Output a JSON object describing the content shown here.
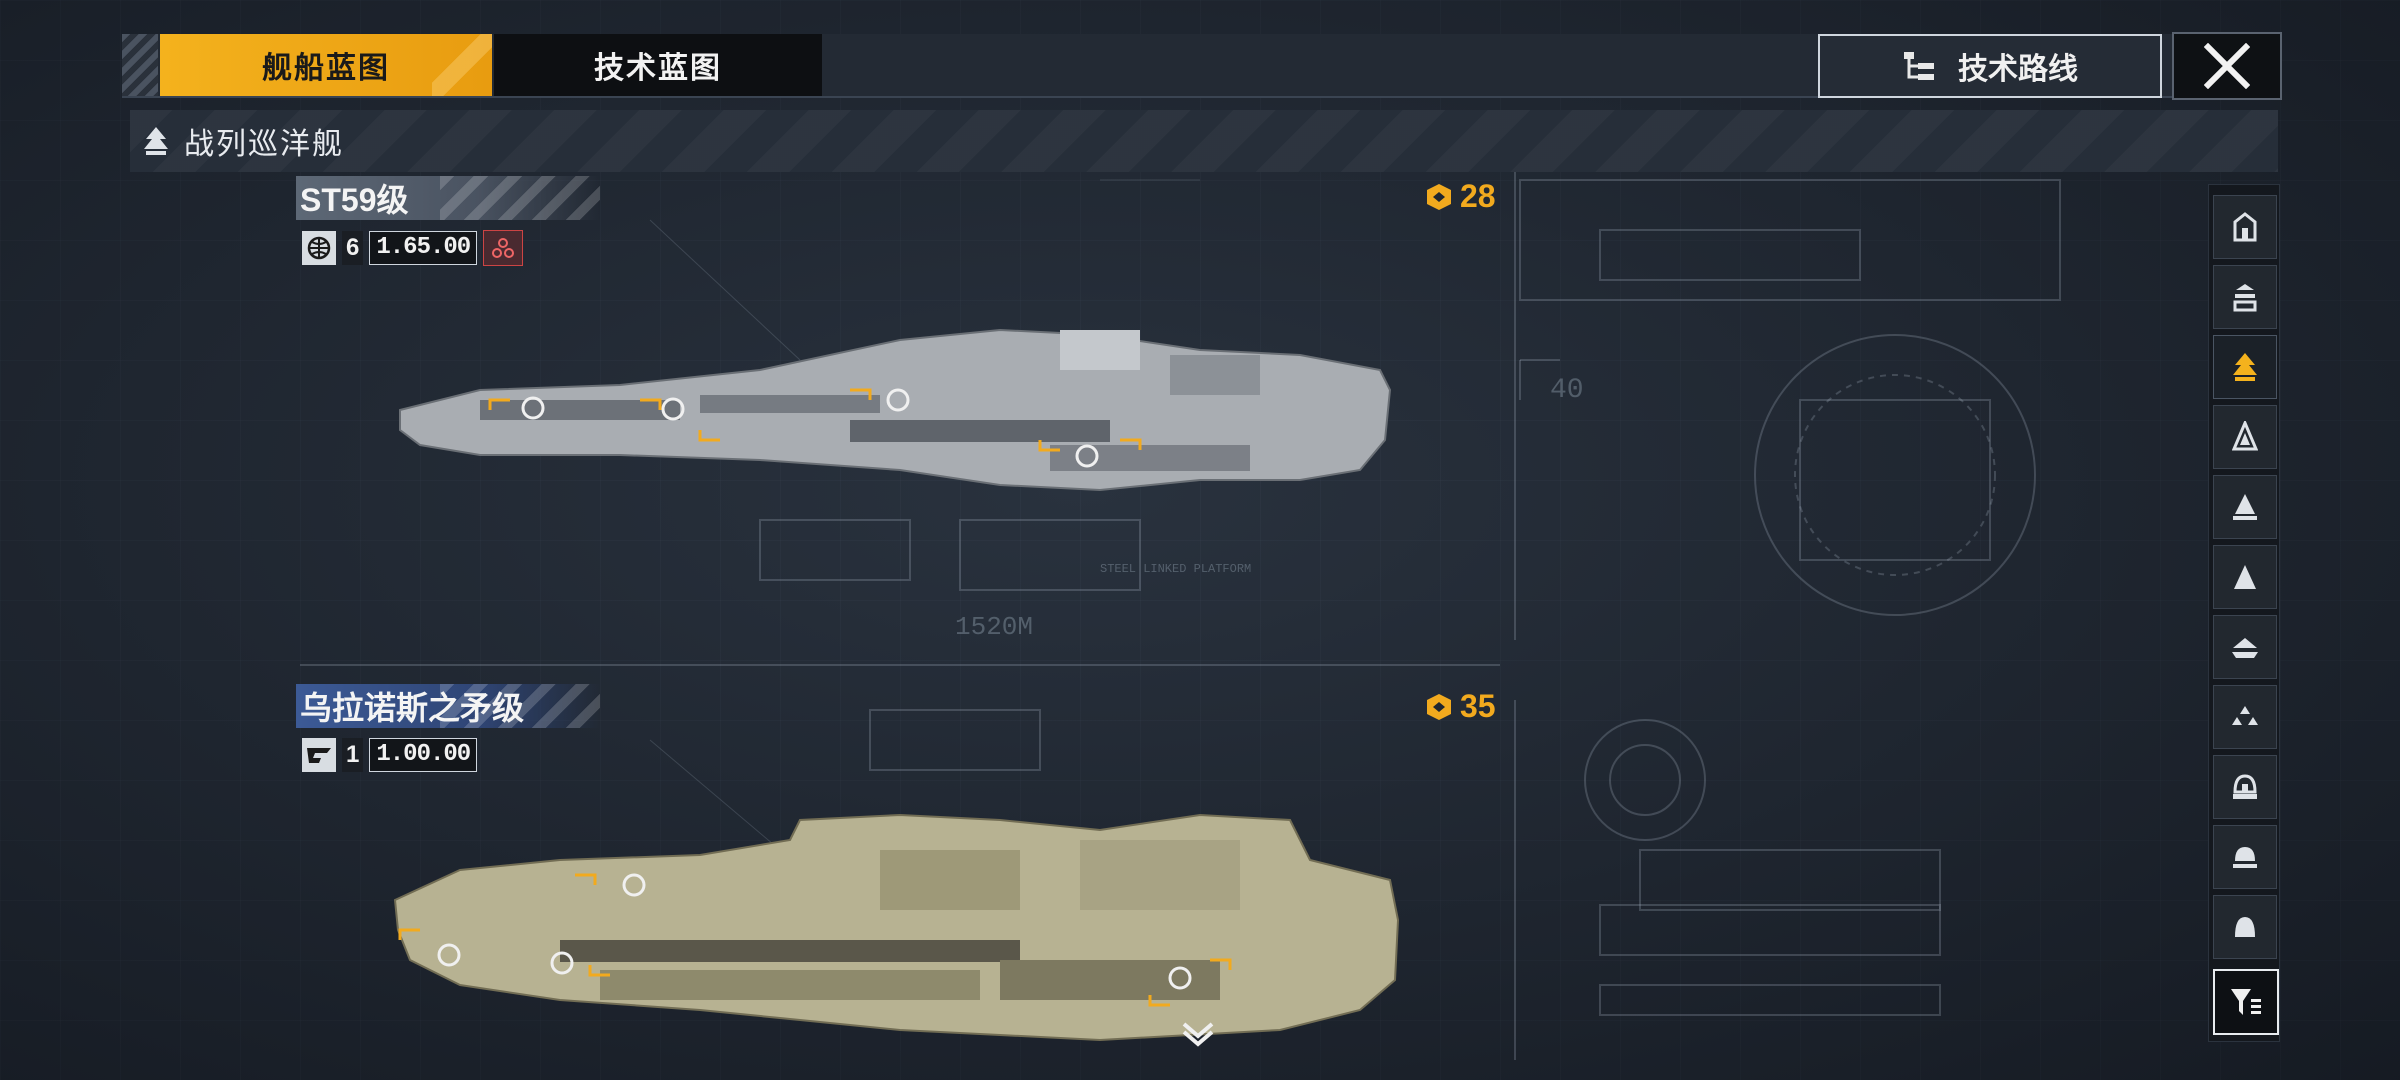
{
  "tabs": [
    {
      "label": "舰船蓝图",
      "active": true
    },
    {
      "label": "技术蓝图",
      "active": false
    }
  ],
  "header": {
    "route_label": "技术路线",
    "category_title": "战列巡洋舰"
  },
  "ships": [
    {
      "name": "ST59级",
      "count": "6",
      "value": "1.65.00",
      "cost": "28",
      "bar_color": "gray"
    },
    {
      "name": "乌拉诺斯之矛级",
      "count": "1",
      "value": "1.00.00",
      "cost": "35",
      "bar_color": "blue"
    }
  ],
  "sidebar": {
    "items": [
      {
        "icon": "frigate-icon",
        "active": false
      },
      {
        "icon": "destroyer-icon",
        "active": false
      },
      {
        "icon": "battlecruiser-icon",
        "active": true
      },
      {
        "icon": "cruiser-icon",
        "active": false
      },
      {
        "icon": "carrier-icon",
        "active": false
      },
      {
        "icon": "battleship-icon",
        "active": false
      },
      {
        "icon": "support-icon",
        "active": false
      },
      {
        "icon": "aircraft-icon",
        "active": false
      },
      {
        "icon": "station-icon",
        "active": false
      },
      {
        "icon": "dome-icon",
        "active": false
      },
      {
        "icon": "dome-solid-icon",
        "active": false
      }
    ],
    "filter_icon": "filter-icon"
  },
  "blueprint_labels": {
    "length_1": "1520M",
    "label_40": "40",
    "platform": "STEEL LINKED PLATFORM"
  },
  "colors": {
    "accent": "#f4b21d",
    "bg": "#1f2630",
    "cost": "#f2aa1e"
  }
}
